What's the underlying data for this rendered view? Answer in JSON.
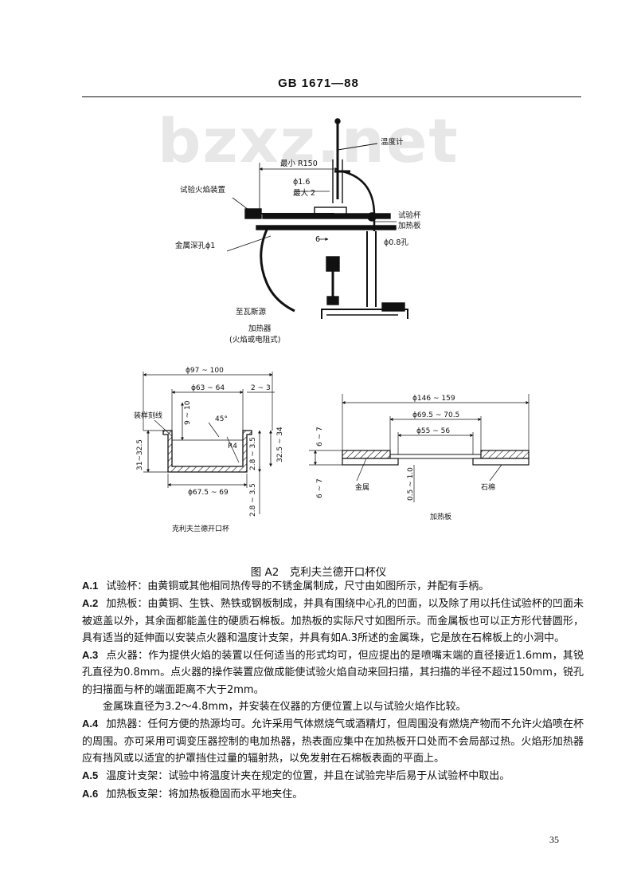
{
  "header": {
    "standard": "GB 1671—88"
  },
  "watermark": "bzxz.net",
  "figure_top": {
    "labels": {
      "thermometer": "温度计",
      "min_radius": "最小 R150",
      "flame_device": "试验火焰装置",
      "phi_1_6": "ϕ1.6",
      "max_2": "最大 2",
      "test_cup": "试验杯",
      "heating_plate": "加热板",
      "metal_hole": "金属深孔ϕ1",
      "dim_6": "6",
      "phi_0_8": "ϕ0.8孔",
      "to_gas": "至瓦斯源",
      "heater": "加热器",
      "heater_type": "(火焰或电阻式)"
    }
  },
  "figure_cup": {
    "caption": "克利夫兰德开口杯",
    "labels": {
      "phi_97_100": "ϕ97 ~ 100",
      "phi_63_64": "ϕ63 ~ 64",
      "dim_2_3": "2 ~ 3",
      "fill_line": "装样刻线",
      "dim_9_10": "9 ~ 10",
      "angle_45": "45°",
      "radius_r4": "R4",
      "dim_31_32_5": "31~32.5",
      "dim_2_8_3_5_top": "2.8 ~ 3.5",
      "dim_32_5_34": "32.5 ~ 34",
      "phi_67_5_69": "ϕ67.5 ~ 69",
      "dim_2_8_3_5_bottom": "2.8 ~ 3.5"
    }
  },
  "figure_plate": {
    "caption": "加热板",
    "labels": {
      "phi_146_159": "ϕ146 ~ 159",
      "phi_69_5_70_5": "ϕ69.5 ~ 70.5",
      "phi_55_56": "ϕ55 ~ 56",
      "dim_6_7_top": "6 ~ 7",
      "dim_6_7_bottom": "6 ~ 7",
      "metal": "金属",
      "dim_0_5_1_0": "0.5 ~ 1.0",
      "asbestos": "石棉"
    }
  },
  "figure_caption": "图 A2　克利夫兰德开口杯仪",
  "paragraphs": [
    {
      "label": "A.1",
      "text": "试验杯：由黄铜或其他相同热传导的不锈金属制成，尺寸由如图所示，并配有手柄。"
    },
    {
      "label": "A.2",
      "text": "加热板：由黄铜、生铁、熟铁或钢板制成，并具有围绕中心孔的凹面，以及除了用以托住试验杯的凹面未被遮盖以外，其余面都能盖住的硬质石棉板。加热板的实际尺寸如图所示。而金属板也可以正方形代替圆形，具有适当的延伸面以安装点火器和温度计支架，并具有如A.3所述的金属珠，它是放在石棉板上的小洞中。"
    },
    {
      "label": "A.3",
      "text": "点火器：作为提供火焰的装置以任何适当的形式均可，但应提出的是喷嘴末端的直径接近1.6mm，其锐孔直径为0.8mm。点火器的操作装置应做成能使试验火焰自动来回扫描，其扫描的半径不超过150mm，锐孔的扫描面与杯的端面距离不大于2mm。"
    },
    {
      "label": "",
      "text": "金属珠直径为3.2～4.8mm，并安装在仪器的方便位置上以与试验火焰作比较。"
    },
    {
      "label": "A.4",
      "text": "加热器：任何方便的热源均可。允许采用气体燃烧气或酒精灯，但周围没有燃烧产物而不允许火焰喷在杯的周围。亦可采用可调变压器控制的电加热器，热表面应集中在加热板开口处而不会局部过热。火焰形加热器应有挡风或以适宜的护罩挡住过量的辐射热，以免发射在石棉板表面的平面上。"
    },
    {
      "label": "A.5",
      "text": "温度计支架：试验中将温度计夹在规定的位置，并且在试验完毕后易于从试验杯中取出。"
    },
    {
      "label": "A.6",
      "text": "加热板支架：将加热板稳固而水平地夹住。"
    }
  ],
  "page_number": "35"
}
